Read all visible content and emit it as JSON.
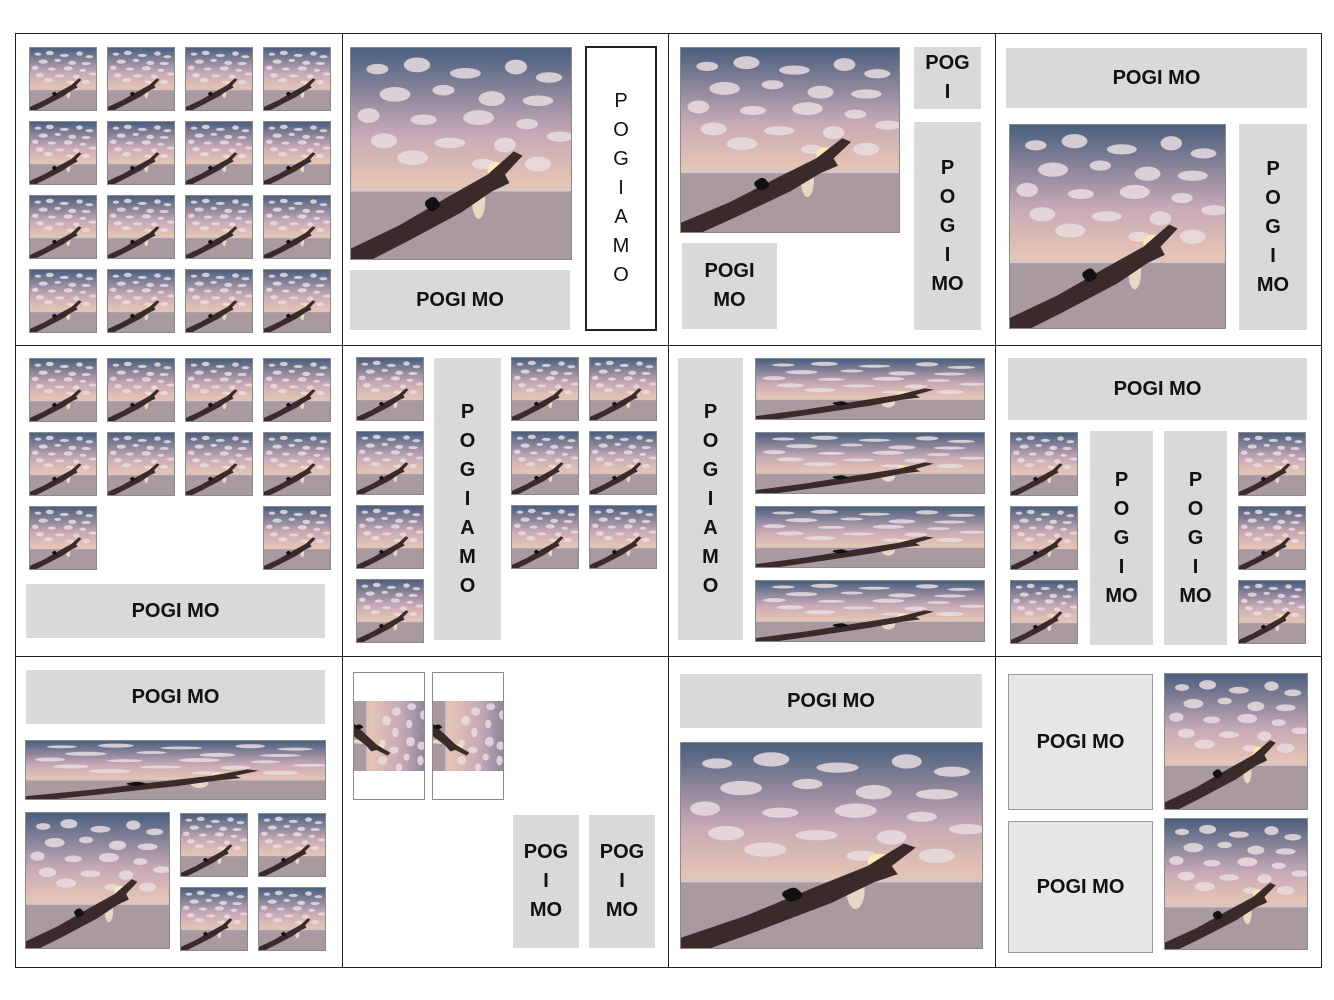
{
  "labels": {
    "pogi_mo": "POGI MO",
    "pogi_mo_split": "POGI\nMO",
    "pogi_i_mo": "POG\nI\nMO",
    "pog_i": "POG\nI",
    "vertical_pogiamo": "P\nO\nG\nI\nA\nM\nO",
    "vertical_pogi_mo": "P\nO\nG\nI\nMO"
  },
  "photo": {
    "subject": "hand-pointing-at-sunset-icon",
    "sky_color": "#4a5f7e",
    "cloud_color": "#e8dcdf",
    "sun_color": "#ffe9b0",
    "sea_color": "#a99aa2"
  },
  "label_fill": "#d9d9d9"
}
